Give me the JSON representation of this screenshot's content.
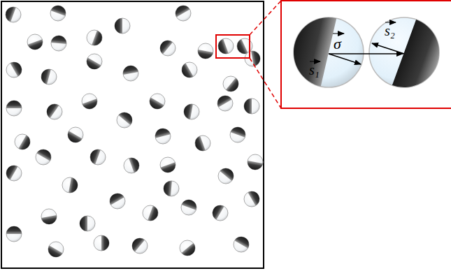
{
  "diagram": {
    "labels": [
      "σ",
      "s₁",
      "s₂"
    ]
  }
}
